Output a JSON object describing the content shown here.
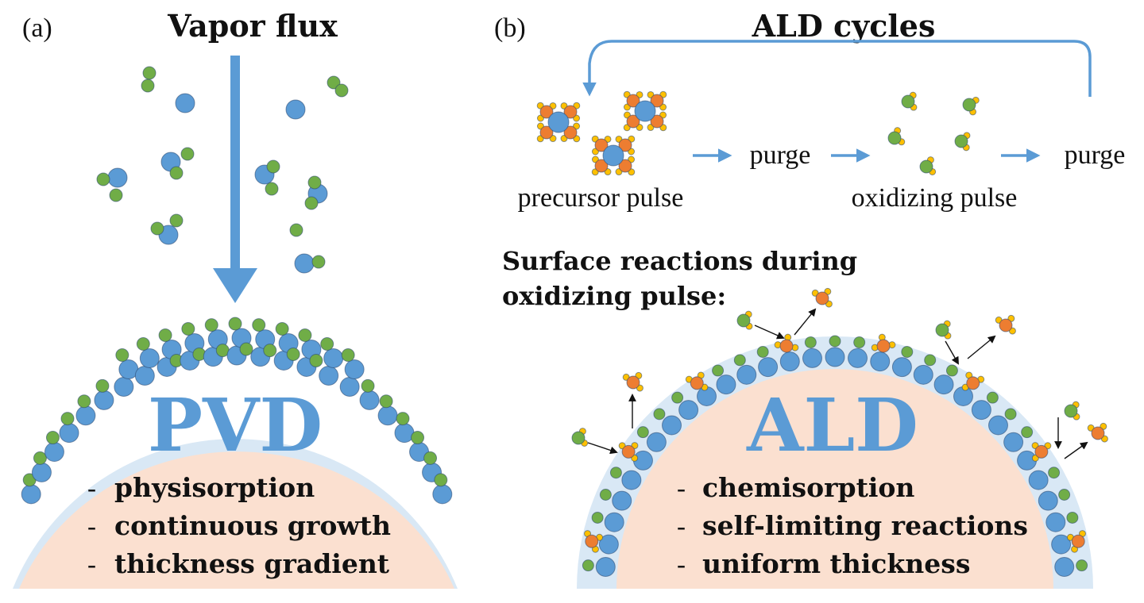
{
  "panel_a": {
    "tag": "(a)",
    "title": "Vapor flux",
    "method": "PVD",
    "bullets": [
      "physisorption",
      "continuous growth",
      "thickness gradient"
    ]
  },
  "panel_b": {
    "tag": "(b)",
    "title": "ALD cycles",
    "step_precursor": "precursor pulse",
    "step_purge_1": "purge",
    "step_oxidizing": "oxidizing pulse",
    "step_purge_2": "purge",
    "surface_heading_line1": "Surface reactions during",
    "surface_heading_line2": "oxidizing pulse:",
    "method": "ALD",
    "bullets": [
      "chemisorption",
      "self-limiting reactions",
      "uniform thickness"
    ]
  },
  "colors": {
    "substrate": "#fbe0d0",
    "film_halo": "#d9e8f5",
    "metal_atom": "#5b9bd5",
    "oxygen_atom": "#70ad47",
    "ligand_atom": "#ed7d31",
    "hydrogen_atom": "#ffc000",
    "arrow": "#5b9bd5",
    "title_text": "#5b9bd5"
  }
}
